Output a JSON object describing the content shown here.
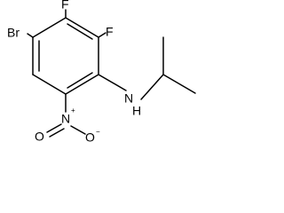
{
  "molecule": {
    "atom_labels": {
      "bromine": "Br",
      "fluorine_top": "F",
      "fluorine_right": "F",
      "amine_nitrogen": "N",
      "amine_hydrogen": "H",
      "nitro_nitrogen": "N",
      "nitro_plus": "+",
      "nitro_oxygen_left": "O",
      "nitro_oxygen_right": "O",
      "oxygen_minus": "−"
    }
  }
}
